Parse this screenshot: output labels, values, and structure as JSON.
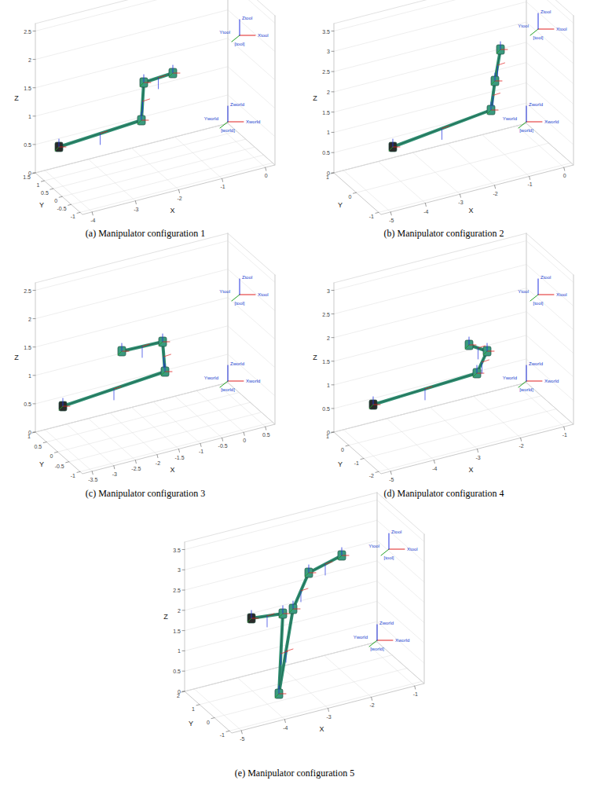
{
  "diagram": {
    "labels": [
      "Z",
      "0",
      "0.5",
      "1",
      "1.5",
      "2",
      "2.5",
      "Y",
      "1.5",
      "1",
      "0.5",
      "0",
      "-0.5",
      "-1",
      "X",
      "-4",
      "-3",
      "-2",
      "-1",
      "0",
      "Ztool",
      "Ytool",
      "Xtool",
      "[tool]",
      "Zworld",
      "Yworld",
      "Xworld",
      "[world]",
      "(a) Manipulator configuration 1",
      "Z",
      "0",
      "0.5",
      "1",
      "1.5",
      "2",
      "2.5",
      "3",
      "3.5",
      "Y",
      "1",
      "0",
      "-1",
      "X",
      "-5",
      "-4",
      "-3",
      "-2",
      "-1",
      "0",
      "Ztool",
      "Ytool",
      "Xtool",
      "[tool]",
      "Zworld",
      "Yworld",
      "Xworld",
      "[world]",
      "(b) Manipulator configuration 2",
      "Z",
      "0",
      "0.5",
      "1",
      "1.5",
      "2",
      "2.5",
      "Y",
      "1",
      "0.5",
      "0",
      "-0.5",
      "-1",
      "X",
      "-3.5",
      "-3",
      "-2.5",
      "-2",
      "-1.5",
      "-1",
      "-0.5",
      "0",
      "0.5",
      "Ztool",
      "Ytool",
      "Xtool",
      "[tool]",
      "Zworld",
      "Yworld",
      "Xworld",
      "[world]",
      "(c) Manipulator configuration 3",
      "Z",
      "0",
      "0.5",
      "1",
      "1.5",
      "2",
      "2.5",
      "3",
      "Y",
      "1",
      "0",
      "-1",
      "-2",
      "X",
      "-5",
      "-4",
      "-3",
      "-2",
      "-1",
      "Ztool",
      "Ytool",
      "Xtool",
      "[tool]",
      "Zworld",
      "Yworld",
      "Xworld",
      "[world]",
      "(d) Manipulator configuration 4",
      "Z",
      "0",
      "0.5",
      "1",
      "1.5",
      "2",
      "2.5",
      "3",
      "3.5",
      "Y",
      "2",
      "1",
      "0",
      "-1",
      "X",
      "-5",
      "-4",
      "-3",
      "-2",
      "-1",
      "Ztool",
      "Ytool",
      "Xtool",
      "[tool]",
      "Zworld",
      "Yworld",
      "Xworld",
      "[world]",
      "(e) Manipulator configuration 5"
    ]
  }
}
